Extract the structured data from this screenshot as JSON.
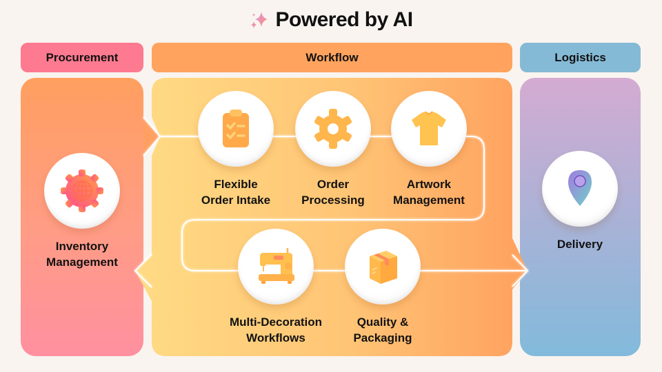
{
  "title": {
    "text": "Powered by AI",
    "icon": "sparkles-icon"
  },
  "sections": {
    "procurement": {
      "header": "Procurement",
      "color": "#fe7a90"
    },
    "workflow": {
      "header": "Workflow",
      "color": "#ffa35e"
    },
    "logistics": {
      "header": "Logistics",
      "color": "#85bad6"
    }
  },
  "nodes": {
    "inventory": {
      "label": "Inventory\nManagement",
      "icon": "globe-gear-icon"
    },
    "intake": {
      "label": "Flexible\nOrder Intake",
      "icon": "clipboard-checklist-icon"
    },
    "processing": {
      "label": "Order\nProcessing",
      "icon": "gear-icon"
    },
    "artwork": {
      "label": "Artwork\nManagement",
      "icon": "tshirt-icon"
    },
    "decoration": {
      "label": "Multi-Decoration\nWorkflows",
      "icon": "sewing-machine-icon"
    },
    "packaging": {
      "label": "Quality &\nPackaging",
      "icon": "package-box-icon"
    },
    "delivery": {
      "label": "Delivery",
      "icon": "location-pin-icon"
    }
  }
}
